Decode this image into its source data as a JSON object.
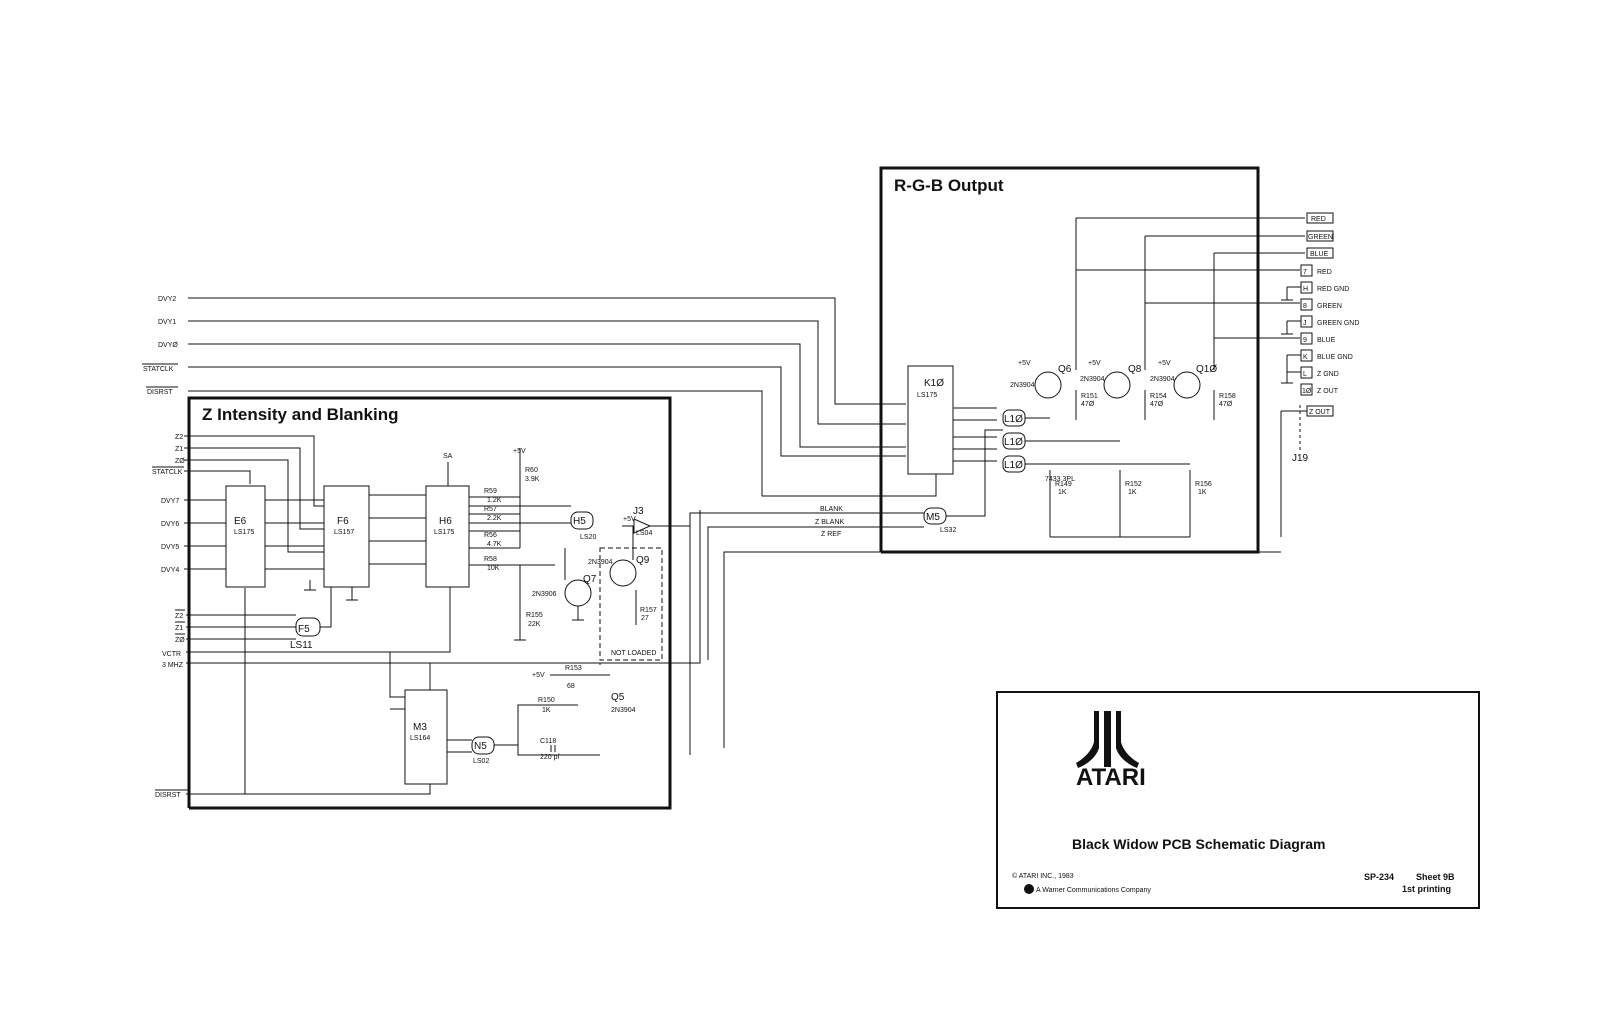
{
  "rgb_box": {
    "title": "R-G-B Output"
  },
  "z_box": {
    "title": "Z Intensity and Blanking"
  },
  "inputs_top": [
    "DVY2",
    "DVY1",
    "DVYØ",
    "STATCLK",
    "DISRST"
  ],
  "inputs_z": [
    "Z2",
    "Z1",
    "ZØ",
    "STATCLK",
    "DVY7",
    "DVY6",
    "DVY5",
    "DVY4"
  ],
  "inputs_z_lower": [
    "Z2",
    "Z1",
    "ZØ",
    "VCTR",
    "3 MHZ",
    "DISRST"
  ],
  "chips": {
    "e6": {
      "name": "E6",
      "type": "LS175"
    },
    "f6": {
      "name": "F6",
      "type": "LS157"
    },
    "h6": {
      "name": "H6",
      "type": "LS175"
    },
    "f5": {
      "name": "F5",
      "type": "LS11"
    },
    "m3": {
      "name": "M3",
      "type": "LS164"
    },
    "n5": {
      "name": "N5",
      "type": "LS02"
    },
    "h5": {
      "name": "H5",
      "type": "LS20"
    },
    "j3": {
      "name": "J3",
      "type": "LS04"
    },
    "k10": {
      "name": "K1Ø",
      "type": "LS175"
    },
    "l10": {
      "name": "L1Ø",
      "type": "7433 3PL"
    },
    "m5": {
      "name": "M5",
      "type": "LS32"
    }
  },
  "resistors_z": [
    {
      "name": "R59",
      "value": "1.2K"
    },
    {
      "name": "R57",
      "value": "2.2K"
    },
    {
      "name": "R56",
      "value": "4.7K"
    },
    {
      "name": "R58",
      "value": "10K"
    },
    {
      "name": "R60",
      "value": "3.9K"
    },
    {
      "name": "R155",
      "value": "22K"
    },
    {
      "name": "R157",
      "value": "27"
    },
    {
      "name": "R153",
      "value": "68"
    },
    {
      "name": "R150",
      "value": "1K"
    }
  ],
  "transistors_z": [
    {
      "name": "Q7",
      "type": "2N3906"
    },
    {
      "name": "Q9",
      "type": "2N3904"
    },
    {
      "name": "Q5",
      "type": "2N3904"
    }
  ],
  "capacitor": {
    "name": "C118",
    "value": "220 pf"
  },
  "not_loaded": "NOT LOADED",
  "supply": "+5V",
  "supply_sa": "SA",
  "signals_mid": [
    "BLANK",
    "Z BLANK",
    "Z REF"
  ],
  "transistors_rgb": [
    {
      "name": "Q6",
      "type": "2N3904"
    },
    {
      "name": "Q8",
      "type": "2N3904"
    },
    {
      "name": "Q1Ø",
      "type": "2N3904"
    }
  ],
  "resistors_rgb": [
    {
      "name": "R151",
      "value": "47Ø"
    },
    {
      "name": "R154",
      "value": "47Ø"
    },
    {
      "name": "R158",
      "value": "47Ø"
    },
    {
      "name": "R149",
      "value": "1K"
    },
    {
      "name": "R152",
      "value": "1K"
    },
    {
      "name": "R156",
      "value": "1K"
    }
  ],
  "flags": [
    "RED",
    "GREEN",
    "BLUE",
    "Z OUT"
  ],
  "connector": {
    "name": "J19",
    "pins": [
      {
        "pin": "7",
        "label": "RED"
      },
      {
        "pin": "H",
        "label": "RED GND"
      },
      {
        "pin": "8",
        "label": "GREEN"
      },
      {
        "pin": "J",
        "label": "GREEN GND"
      },
      {
        "pin": "9",
        "label": "BLUE"
      },
      {
        "pin": "K",
        "label": "BLUE GND"
      },
      {
        "pin": "L",
        "label": "Z GND"
      },
      {
        "pin": "1Ø",
        "label": "Z OUT"
      }
    ]
  },
  "title_block": {
    "logo_text": "ATARI",
    "title": "Black Widow PCB Schematic Diagram",
    "copyright": "© ATARI INC., 1983",
    "company": "A Warner Communications Company",
    "doc_number": "SP-234",
    "sheet": "Sheet 9B",
    "printing": "1st printing"
  }
}
